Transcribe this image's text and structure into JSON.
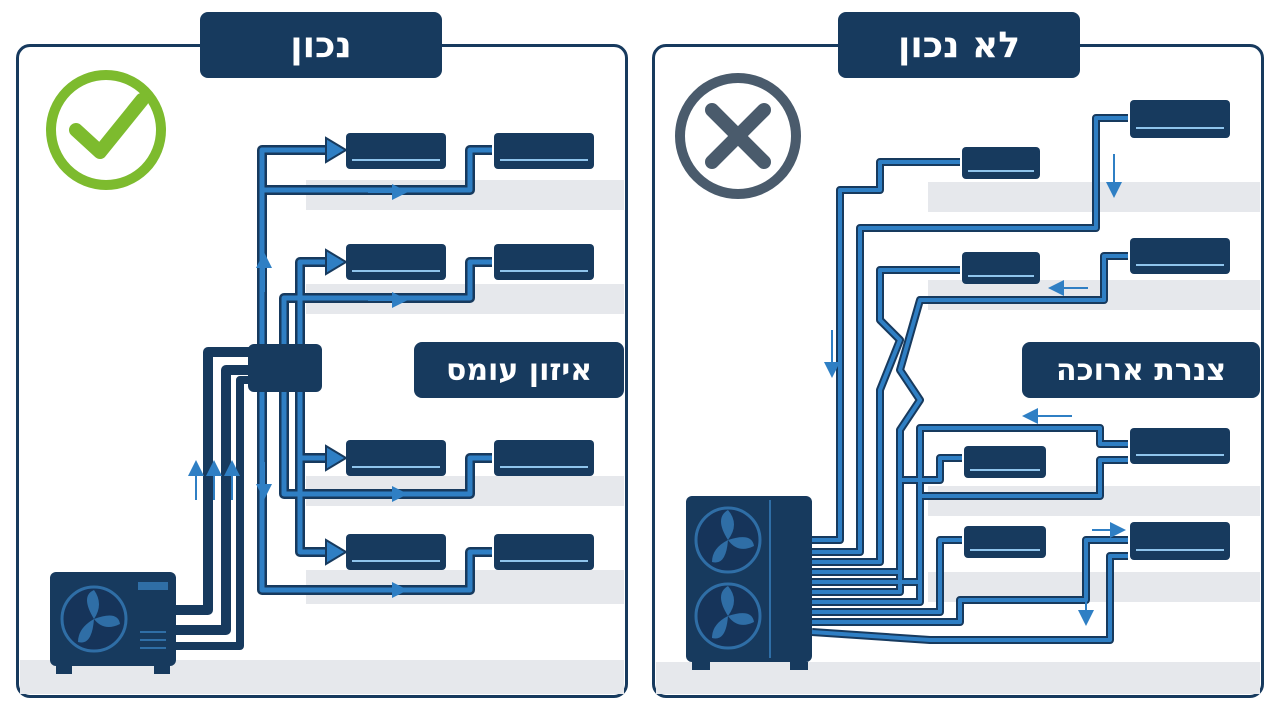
{
  "left_panel": {
    "title": "נכון",
    "status_icon": "check-circle-icon",
    "label": "איזון עומס",
    "accent_color": "#7dbb2e"
  },
  "right_panel": {
    "title": "לא נכון",
    "status_icon": "x-circle-icon",
    "label": "צנרת ארוכה",
    "accent_color": "#4a5b6c"
  },
  "colors": {
    "navy": "#173a5e",
    "pipe_blue": "#2f7fc4",
    "pipe_light": "#8fc4ec",
    "floor_gray": "#e3e6ea"
  }
}
